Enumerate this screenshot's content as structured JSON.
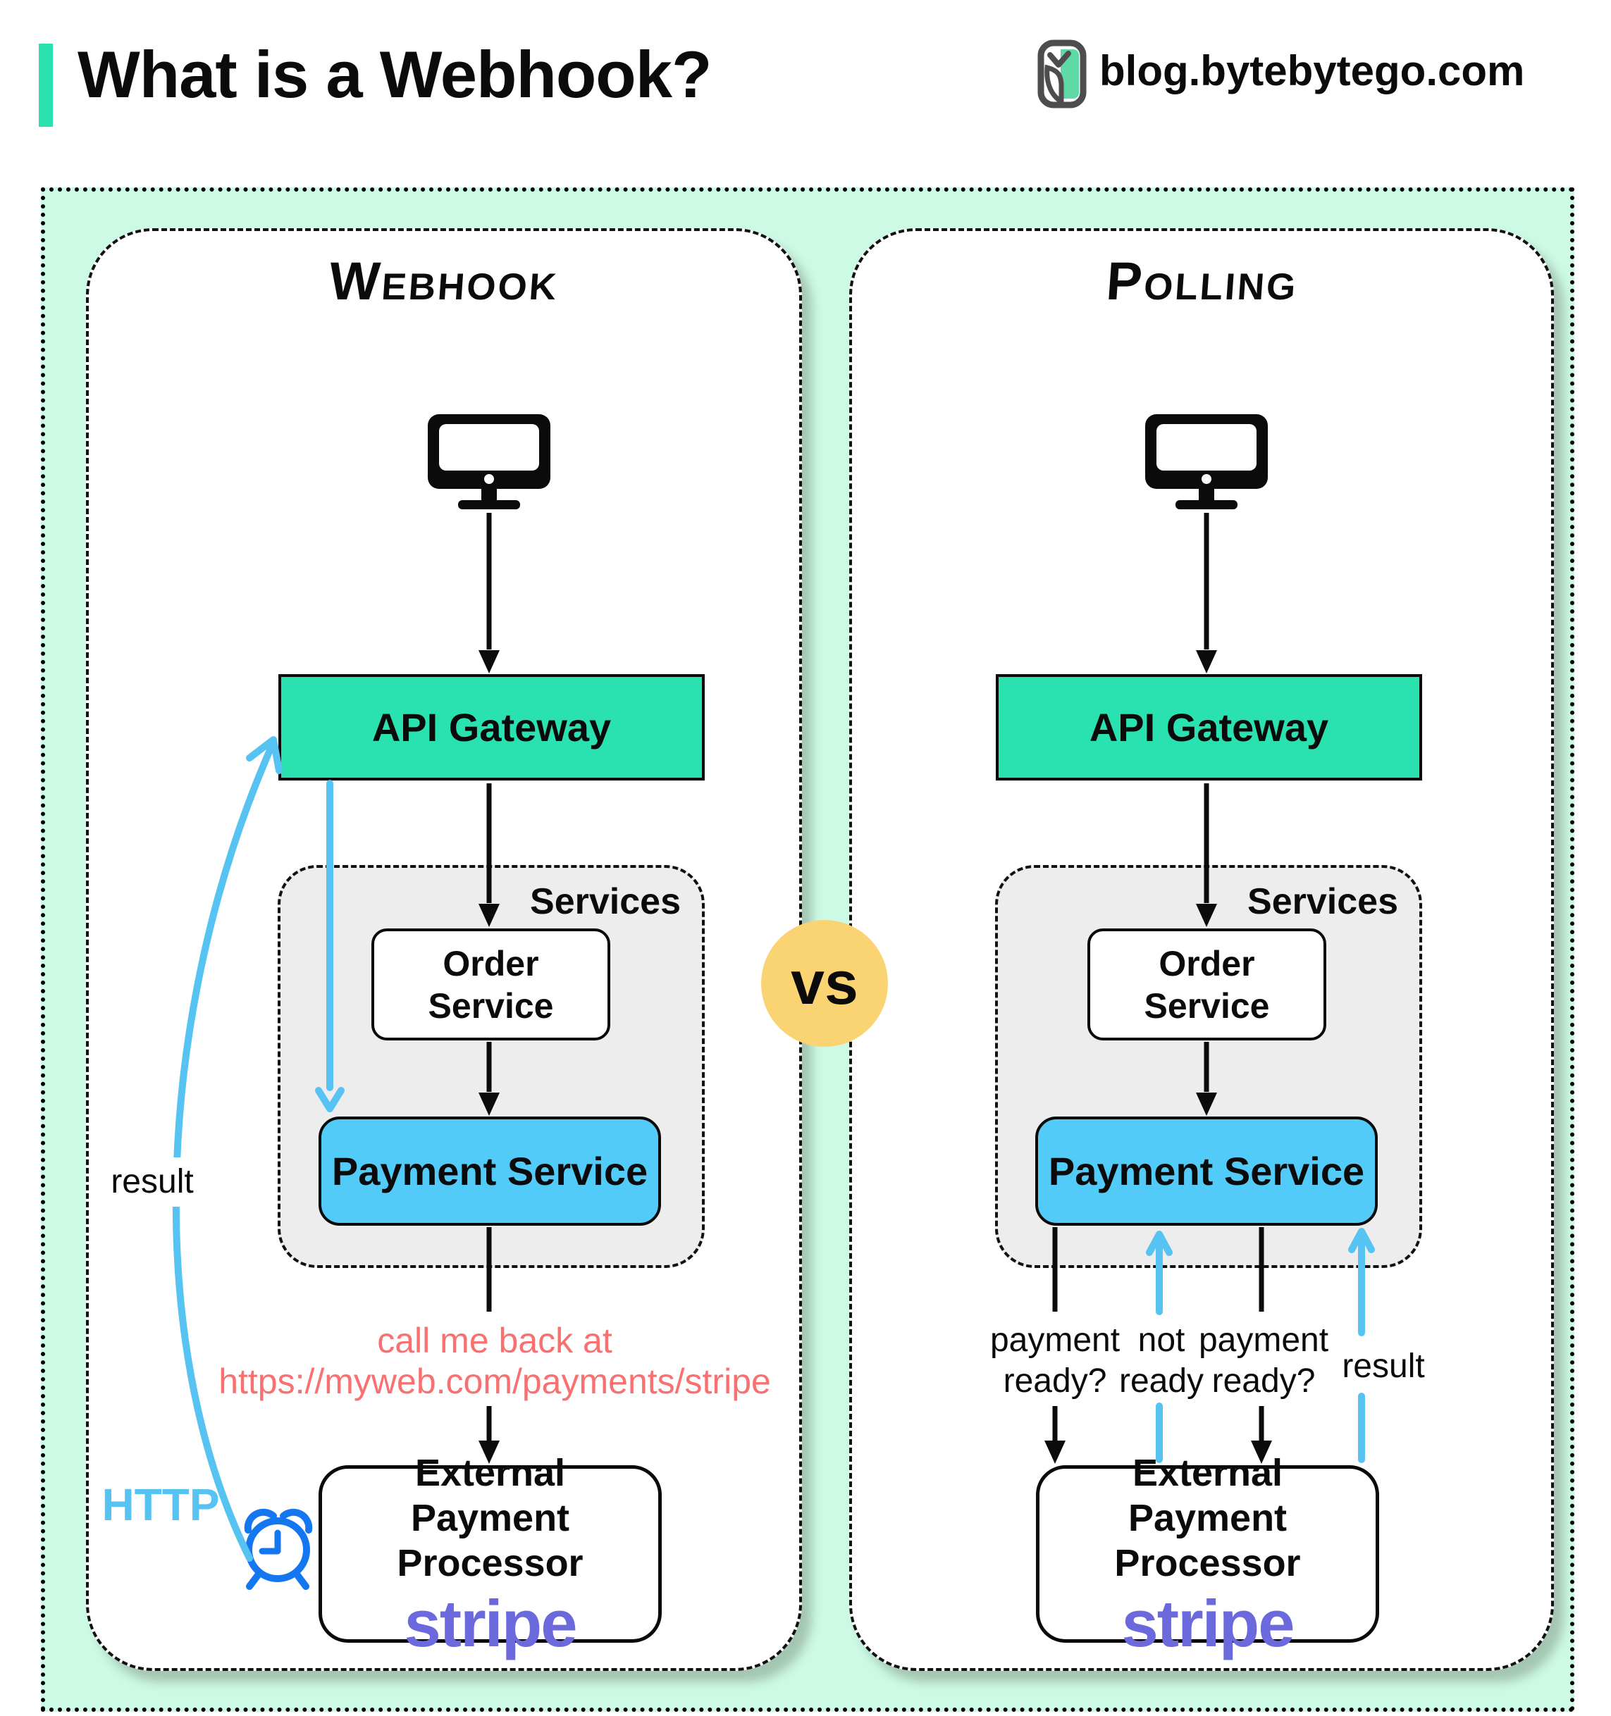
{
  "header": {
    "title": "What is a Webhook?",
    "site": "blog.bytebytego.com"
  },
  "vs_label": "vs",
  "colors": {
    "accent_teal": "#2AE2B0",
    "mint_background": "#CDFAE5",
    "payment_blue": "#53CBF8",
    "arrow_blue": "#56C3F2",
    "clock_blue": "#1577F0",
    "callback_red": "#F97070",
    "vs_yellow": "#FAD473",
    "services_gray": "#EDEDED",
    "stripe_purple": "#6B69DC"
  },
  "icons": {
    "logo": "bytebytego-logo",
    "monitor": "monitor-icon",
    "clock": "alarm-clock-icon"
  },
  "webhook": {
    "title": "Webhook",
    "api_gateway": "API Gateway",
    "services_label": "Services",
    "order_service": "Order Service",
    "payment_service": "Payment Service",
    "callback_line1": "call me back at",
    "callback_line2": "https://myweb.com/payments/stripe",
    "external_line1": "External",
    "external_line2": "Payment Processor",
    "brand": "stripe",
    "result_label": "result",
    "http_label": "HTTP"
  },
  "polling": {
    "title": "Polling",
    "api_gateway": "API Gateway",
    "services_label": "Services",
    "order_service": "Order Service",
    "payment_service": "Payment Service",
    "labels": {
      "q1_line1": "payment",
      "q1_line2": "ready?",
      "nr_line1": "not",
      "nr_line2": "ready",
      "q2_line1": "payment",
      "q2_line2": "ready?",
      "result": "result"
    },
    "external_line1": "External",
    "external_line2": "Payment Processor",
    "brand": "stripe"
  }
}
